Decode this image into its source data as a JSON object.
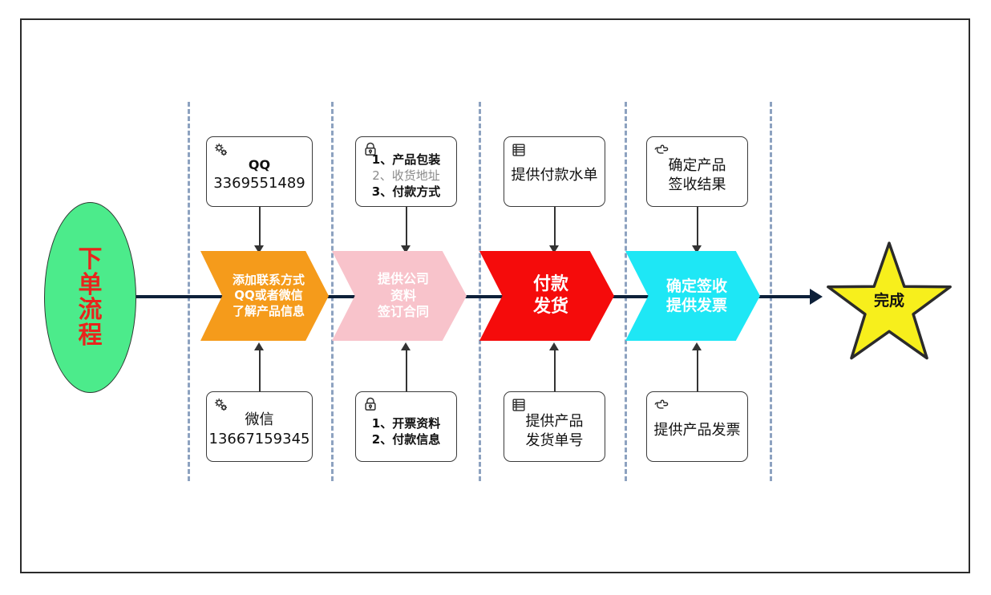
{
  "diagram": {
    "title": "下单流程",
    "start_node": {
      "label": "下单流程",
      "chars": [
        "下",
        "单",
        "流",
        "程"
      ],
      "shape": "ellipse",
      "fill": "#4ceb8b",
      "text_color": "#e8241c"
    },
    "end_node": {
      "label": "完成",
      "shape": "star",
      "fill": "#f7ef1c",
      "stroke": "#2b2b2b",
      "text_color": "#111111"
    },
    "stages": [
      {
        "id": "stage-contact",
        "chevron": {
          "lines": [
            "添加联系方式",
            "QQ或者微信",
            "了解产品信息"
          ],
          "fill": "#f59b1b",
          "text_color": "#ffffff",
          "font_size": 15
        },
        "note_top": {
          "icon": "gears-icon",
          "lines": [
            {
              "text": "QQ",
              "style": "title-bold"
            },
            {
              "text": "3369551489",
              "style": "big"
            }
          ]
        },
        "note_bottom": {
          "icon": "gears-icon",
          "lines": [
            {
              "text": "微信",
              "style": "big"
            },
            {
              "text": "13667159345",
              "style": "big"
            }
          ]
        }
      },
      {
        "id": "stage-contract",
        "chevron": {
          "lines": [
            "提供公司",
            "资料",
            "签订合同"
          ],
          "fill": "#f8c3cb",
          "text_color": "#ffffff",
          "font_size": 16
        },
        "note_top": {
          "icon": "person-lock-icon",
          "lines": [
            {
              "text": "1、产品包装",
              "style": "line-bold"
            },
            {
              "text": "2、收货地址",
              "style": "line-dim"
            },
            {
              "text": "3、付款方式",
              "style": "line-bold"
            }
          ]
        },
        "note_bottom": {
          "icon": "person-lock-icon",
          "lines": [
            {
              "text": "1、开票资料",
              "style": "line-bold"
            },
            {
              "text": "2、付款信息",
              "style": "line-bold"
            }
          ]
        }
      },
      {
        "id": "stage-payment",
        "chevron": {
          "lines": [
            "付款",
            "发货"
          ],
          "fill": "#f50b0b",
          "text_color": "#ffffff",
          "font_size": 22
        },
        "note_top": {
          "icon": "document-list-icon",
          "lines": [
            {
              "text": "提供付款水单",
              "style": "big"
            }
          ]
        },
        "note_bottom": {
          "icon": "document-list-icon",
          "lines": [
            {
              "text": "提供产品",
              "style": "big"
            },
            {
              "text": "发货单号",
              "style": "big"
            }
          ]
        }
      },
      {
        "id": "stage-receipt",
        "chevron": {
          "lines": [
            "确定签收",
            "提供发票"
          ],
          "fill": "#1ee7f5",
          "text_color": "#ffffff",
          "font_size": 19
        },
        "note_top": {
          "icon": "pointing-hand-icon",
          "lines": [
            {
              "text": "确定产品",
              "style": "big"
            },
            {
              "text": "签收结果",
              "style": "big"
            }
          ]
        },
        "note_bottom": {
          "icon": "pointing-hand-icon",
          "lines": [
            {
              "text": "提供产品发票",
              "style": "big"
            }
          ]
        }
      }
    ],
    "colors": {
      "divider": "#8da2c0",
      "flow_line": "#0d2039",
      "connector": "#333333",
      "frame": "#2b2b2b"
    }
  }
}
